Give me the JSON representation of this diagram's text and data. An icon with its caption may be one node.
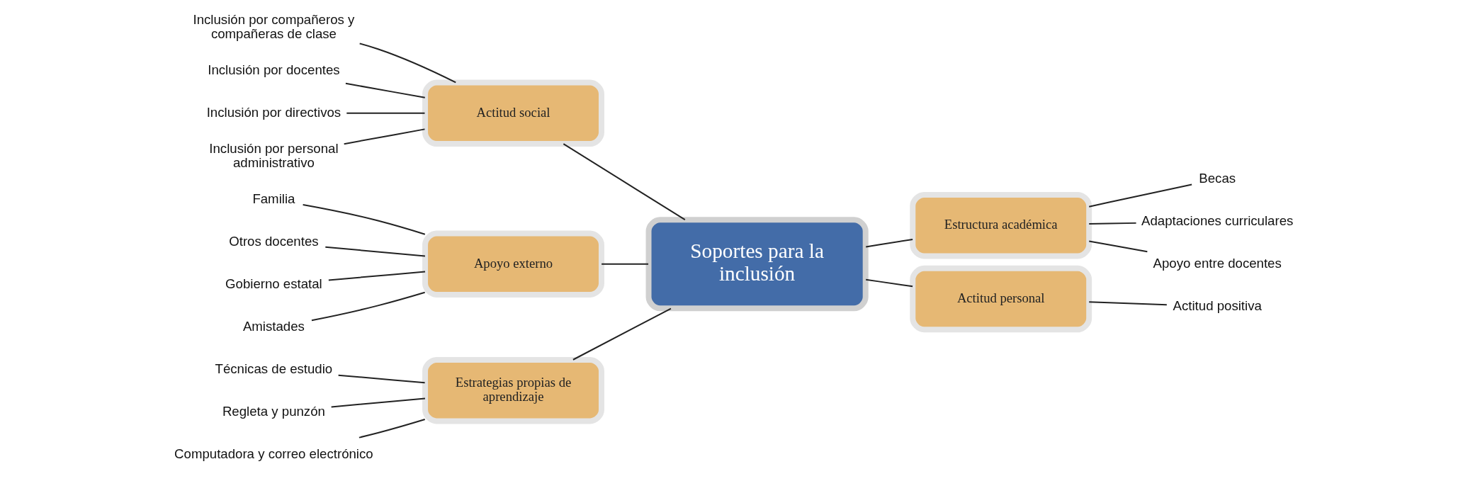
{
  "diagram": {
    "nodes": [
      {
        "text": [
          "Soportes para la inclusión"
        ]
      },
      {
        "text": [
          "Actitud social"
        ]
      },
      {
        "text": [
          "Estructura académica"
        ]
      },
      {
        "text": [
          "Apoyo externo"
        ]
      },
      {
        "text": [
          "Estrategias propias de aprendizaje"
        ]
      },
      {
        "text": [
          "Actitud personal"
        ]
      },
      {
        "text": [
          "Inclusión por compañeros y compañeras de clase"
        ]
      },
      {
        "text": [
          "Inclusión por docentes"
        ]
      },
      {
        "text": [
          "Inclusión por directivos"
        ]
      },
      {
        "text": [
          "Inclusión por personal administrativo"
        ]
      },
      {
        "text": [
          "Becas"
        ]
      },
      {
        "text": [
          "Adaptaciones curriculares"
        ]
      },
      {
        "text": [
          "Apoyo entre docentes"
        ]
      },
      {
        "text": [
          "Familia"
        ]
      },
      {
        "text": [
          "Otros docentes"
        ]
      },
      {
        "text": [
          "Gobierno estatal"
        ]
      },
      {
        "text": [
          "Amistades"
        ]
      },
      {
        "text": [
          "Técnicas de estudio"
        ]
      },
      {
        "text": [
          "Regleta y punzón"
        ]
      },
      {
        "text": [
          "Computadora y correo electrónico"
        ]
      },
      {
        "text": [
          "Actitud positiva"
        ]
      }
    ],
    "edges": [
      {
        "from": 1,
        "to": 0,
        "arrow": "none"
      },
      {
        "from": 0,
        "to": 2,
        "arrow": "none"
      },
      {
        "from": 3,
        "to": 0,
        "arrow": "none"
      },
      {
        "from": 4,
        "to": 0,
        "arrow": "none"
      },
      {
        "from": 0,
        "to": 5,
        "arrow": "none"
      },
      {
        "from": 6,
        "to": 1,
        "arrow": "none"
      },
      {
        "from": 7,
        "to": 1,
        "arrow": "none"
      },
      {
        "from": 8,
        "to": 1,
        "arrow": "none"
      },
      {
        "from": 9,
        "to": 1,
        "arrow": "none"
      },
      {
        "from": 2,
        "to": 10,
        "arrow": "none"
      },
      {
        "from": 2,
        "to": 11,
        "arrow": "none"
      },
      {
        "from": 2,
        "to": 12,
        "arrow": "none"
      },
      {
        "from": 13,
        "to": 3,
        "arrow": "none"
      },
      {
        "from": 14,
        "to": 3,
        "arrow": "none"
      },
      {
        "from": 15,
        "to": 3,
        "arrow": "none"
      },
      {
        "from": 16,
        "to": 3,
        "arrow": "none"
      },
      {
        "from": 17,
        "to": 4,
        "arrow": "none"
      },
      {
        "from": 18,
        "to": 4,
        "arrow": "none"
      },
      {
        "from": 19,
        "to": 4,
        "arrow": "none"
      },
      {
        "from": 5,
        "to": 20,
        "arrow": "none"
      }
    ]
  }
}
